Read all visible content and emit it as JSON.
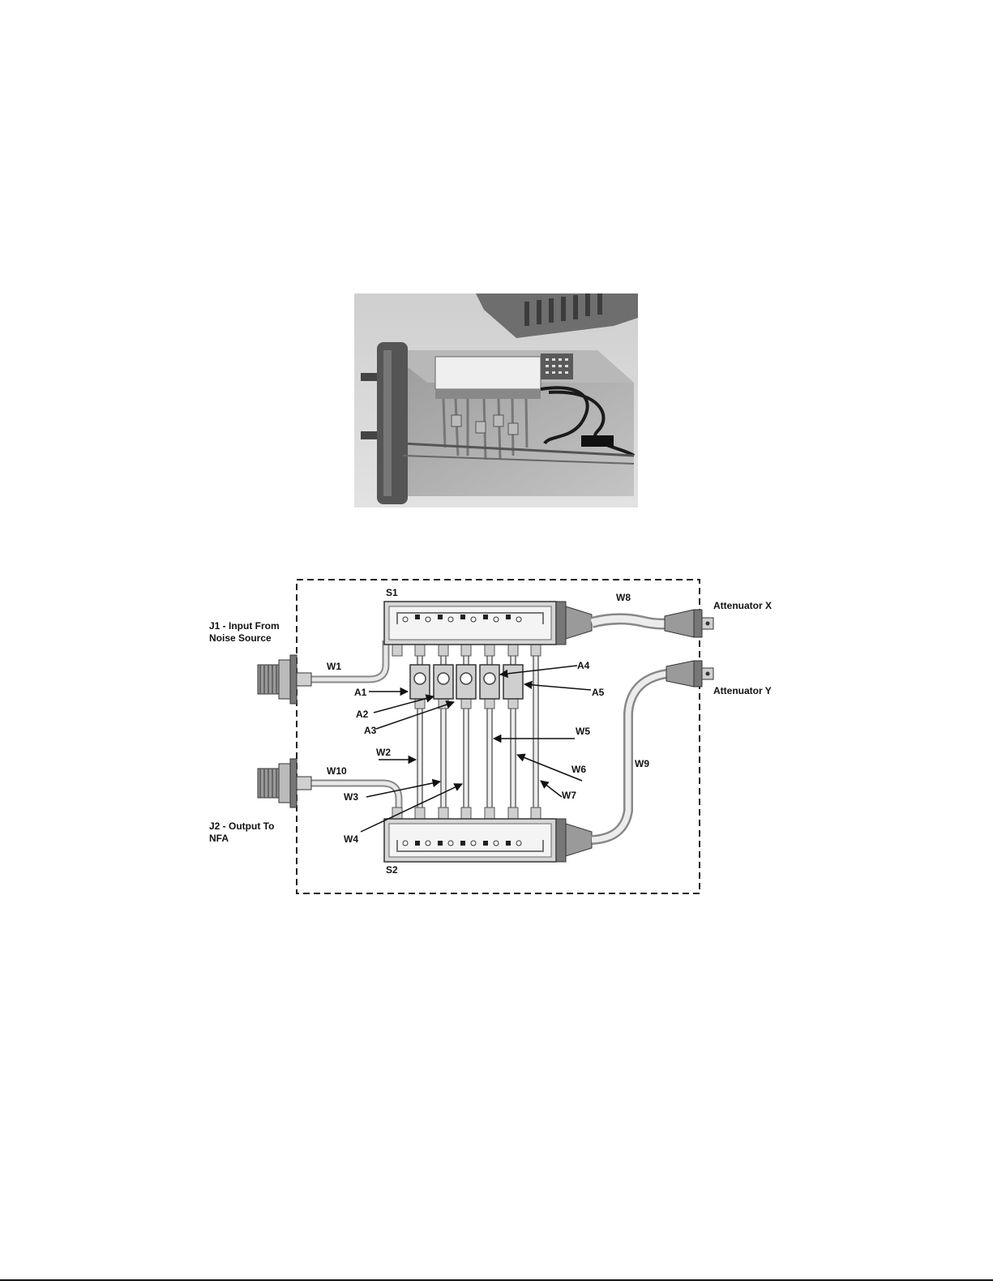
{
  "labels": {
    "s1": "S1",
    "s2": "S2",
    "w1": "W1",
    "w2": "W2",
    "w3": "W3",
    "w4": "W4",
    "w5": "W5",
    "w6": "W6",
    "w7": "W7",
    "w8": "W8",
    "w9": "W9",
    "w10": "W10",
    "a1": "A1",
    "a2": "A2",
    "a3": "A3",
    "a4": "A4",
    "a5": "A5",
    "j1_line1": "J1 - Input From",
    "j1_line2": "Noise Source",
    "j2_line1": "J2 - Output To",
    "j2_line2": "NFA",
    "attenuator_x": "Attenuator X",
    "attenuator_y": "Attenuator Y"
  }
}
